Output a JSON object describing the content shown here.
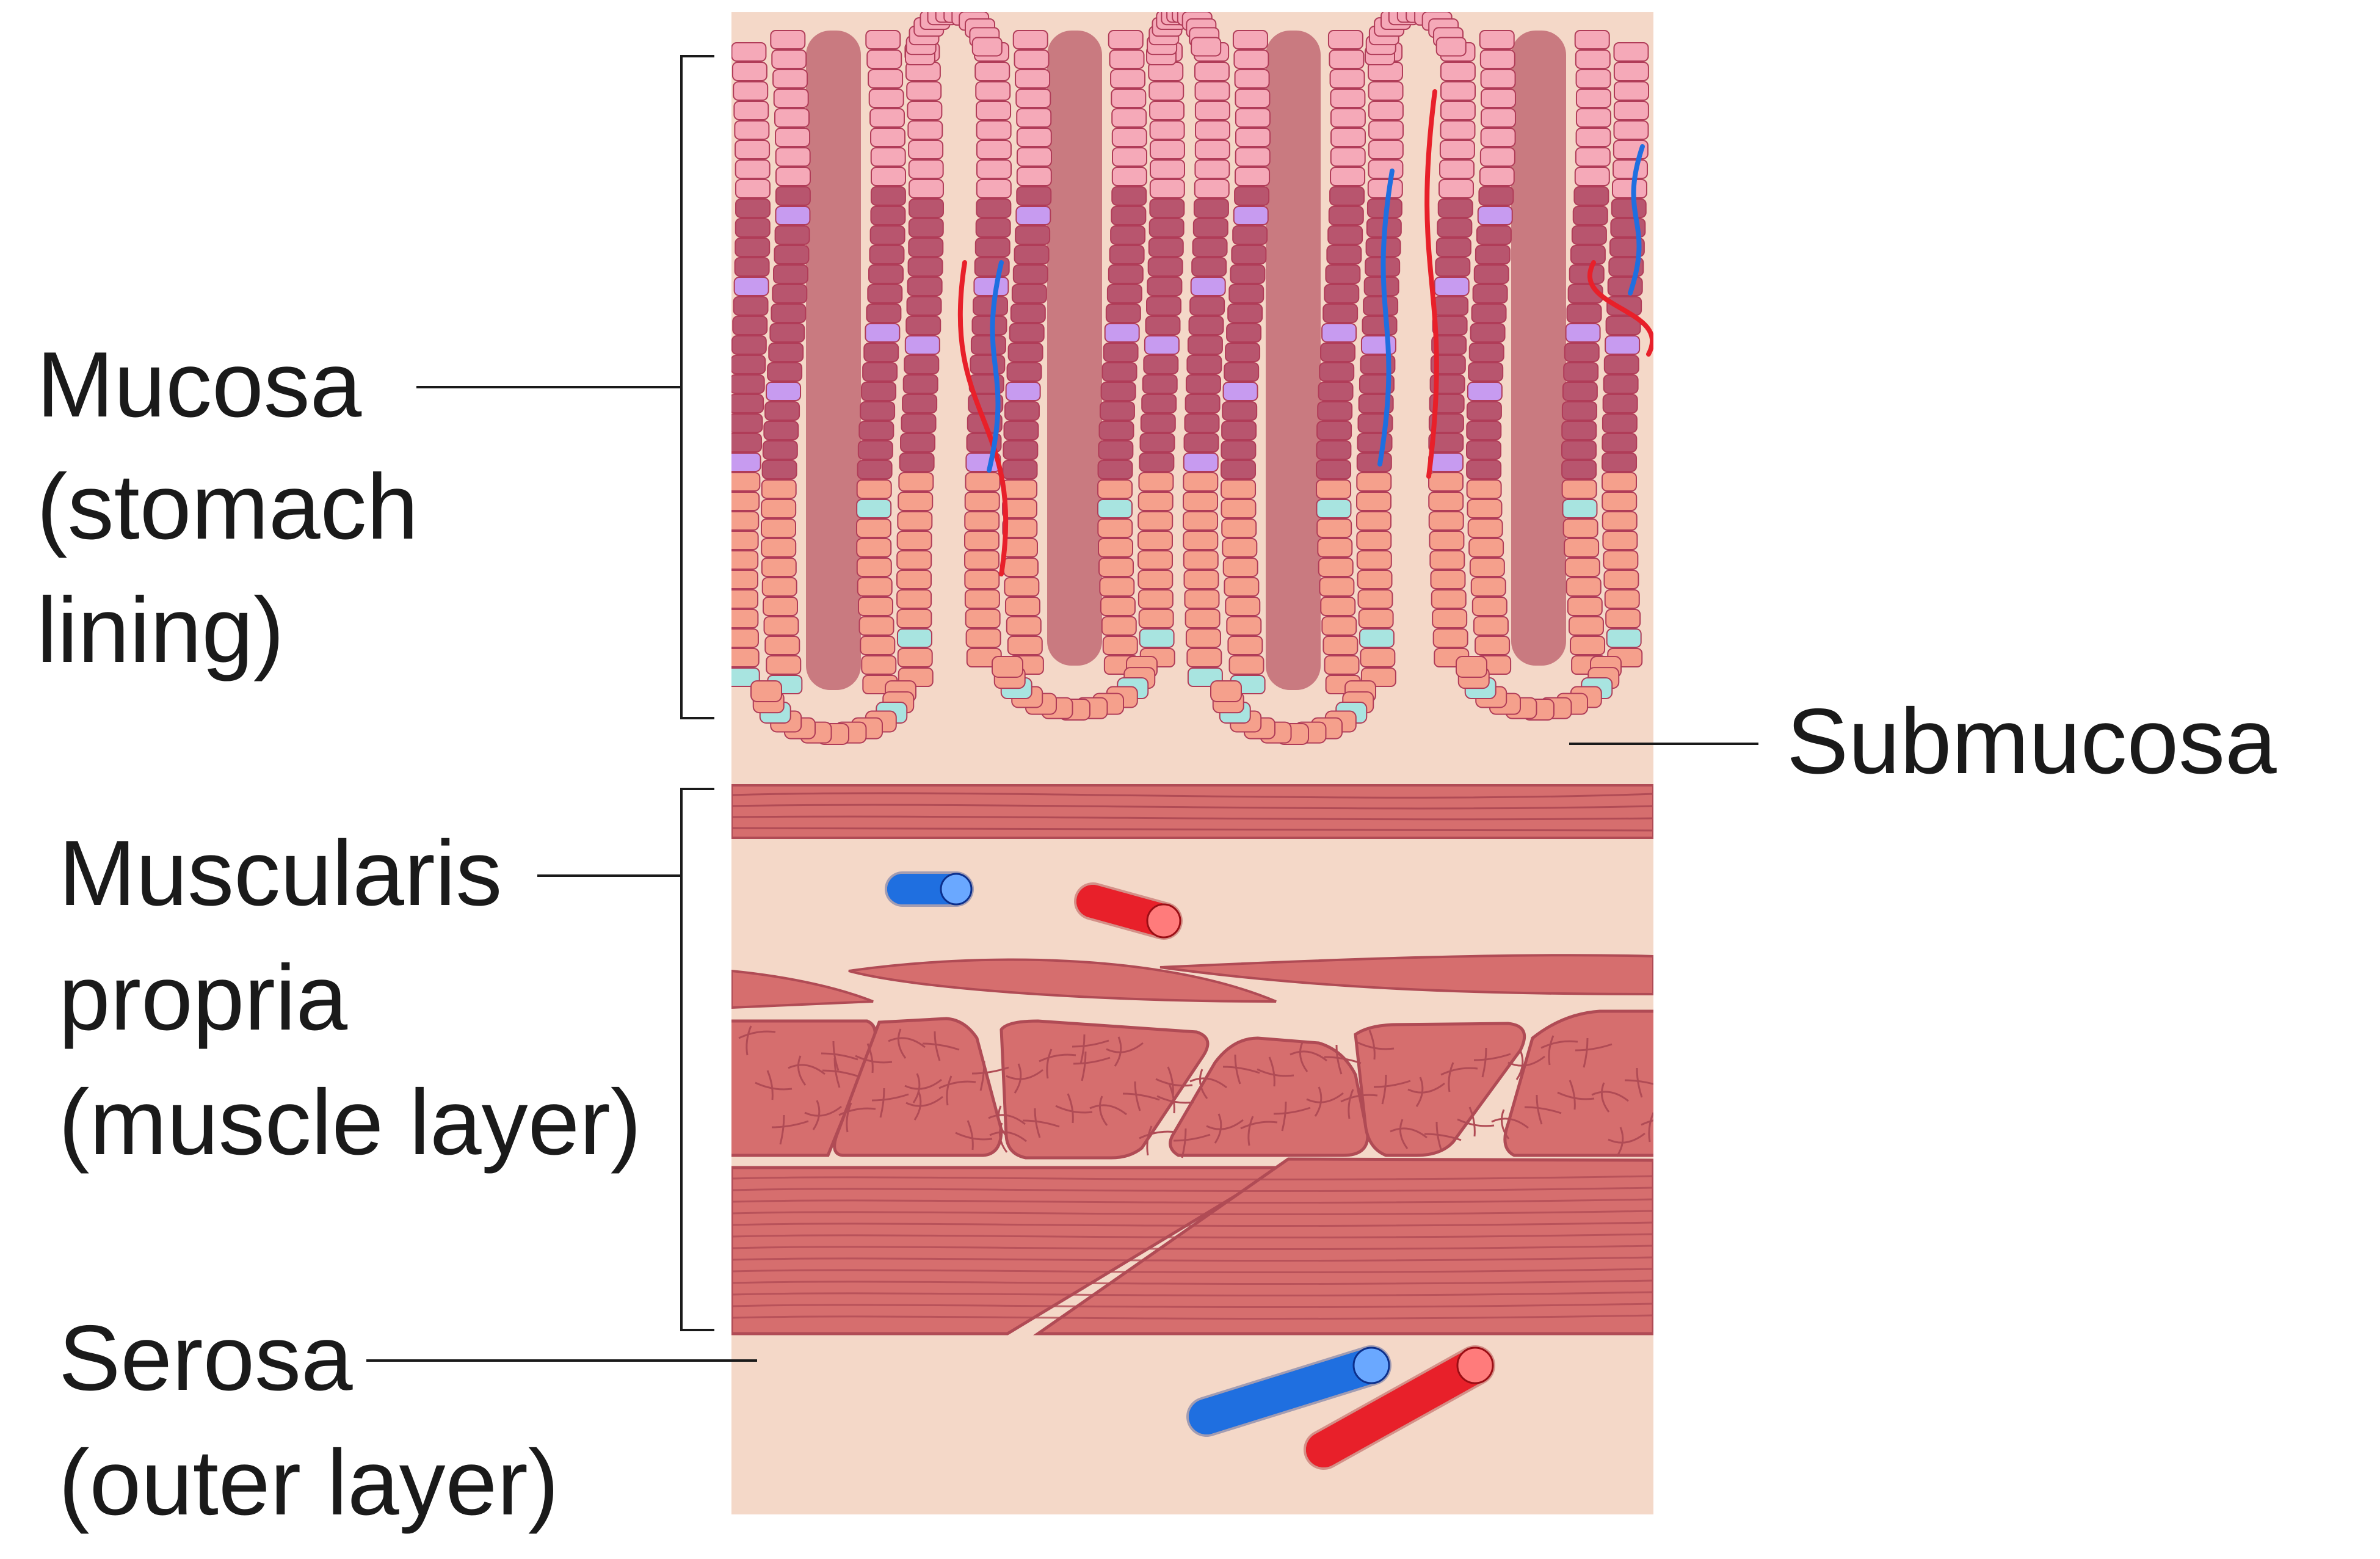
{
  "labels": {
    "mucosa": [
      "Mucosa",
      "(stomach",
      "lining)"
    ],
    "submucosa": [
      "Submucosa"
    ],
    "muscularis": [
      "Muscularis",
      "propria",
      "(muscle layer)"
    ],
    "serosa": [
      "Serosa",
      "(outer layer)"
    ]
  },
  "colors": {
    "tissue_background": "#f4d8c8",
    "muscle_fill": "#d66e6e",
    "muscle_stroke": "#b04b55",
    "epithelium_pink": "#f5a9b8",
    "epithelium_dark": "#b8556e",
    "epithelium_salmon": "#f5a08c",
    "parietal_cell": "#c79bf0",
    "chief_cell": "#a8e4e0",
    "lumen": "#c97a80",
    "artery": "#e8202a",
    "vein": "#1f6fe0"
  },
  "icons": {
    "artery_vessel": "artery-icon",
    "vein_vessel": "vein-icon"
  }
}
